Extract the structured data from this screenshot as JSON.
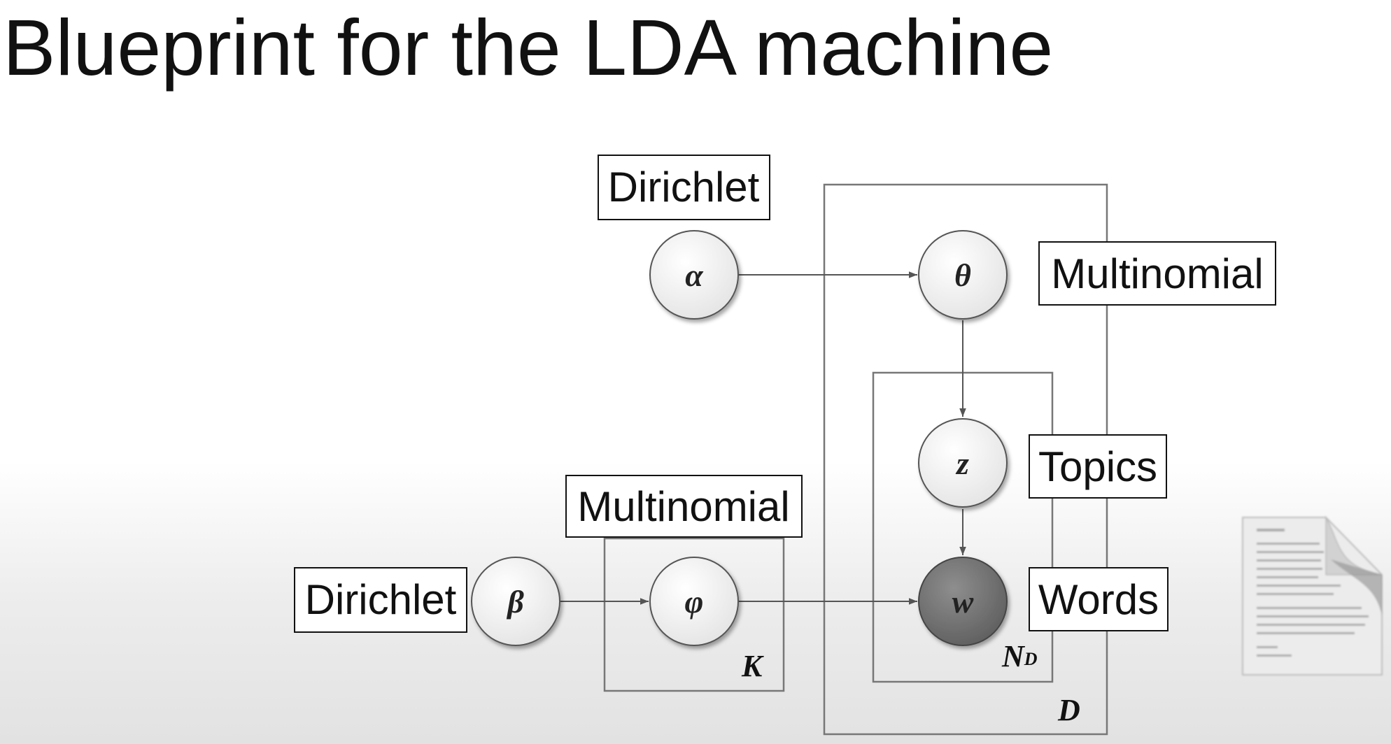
{
  "slide": {
    "title": "Blueprint for the LDA machine"
  },
  "nodes": {
    "alpha": "α",
    "theta": "θ",
    "z": "z",
    "w": "w",
    "beta": "β",
    "phi": "φ"
  },
  "labels": {
    "alpha_dist": "Dirichlet",
    "theta_dist": "Multinomial",
    "z_label": "Topics",
    "w_label": "Words",
    "beta_dist": "Dirichlet",
    "phi_dist": "Multinomial"
  },
  "plates": {
    "K": "K",
    "N_main": "N",
    "N_sub": "D",
    "D": "D"
  },
  "colors": {
    "observed_node": "#7a7a7a",
    "latent_node": "#f7f7f7",
    "line": "#555555"
  }
}
